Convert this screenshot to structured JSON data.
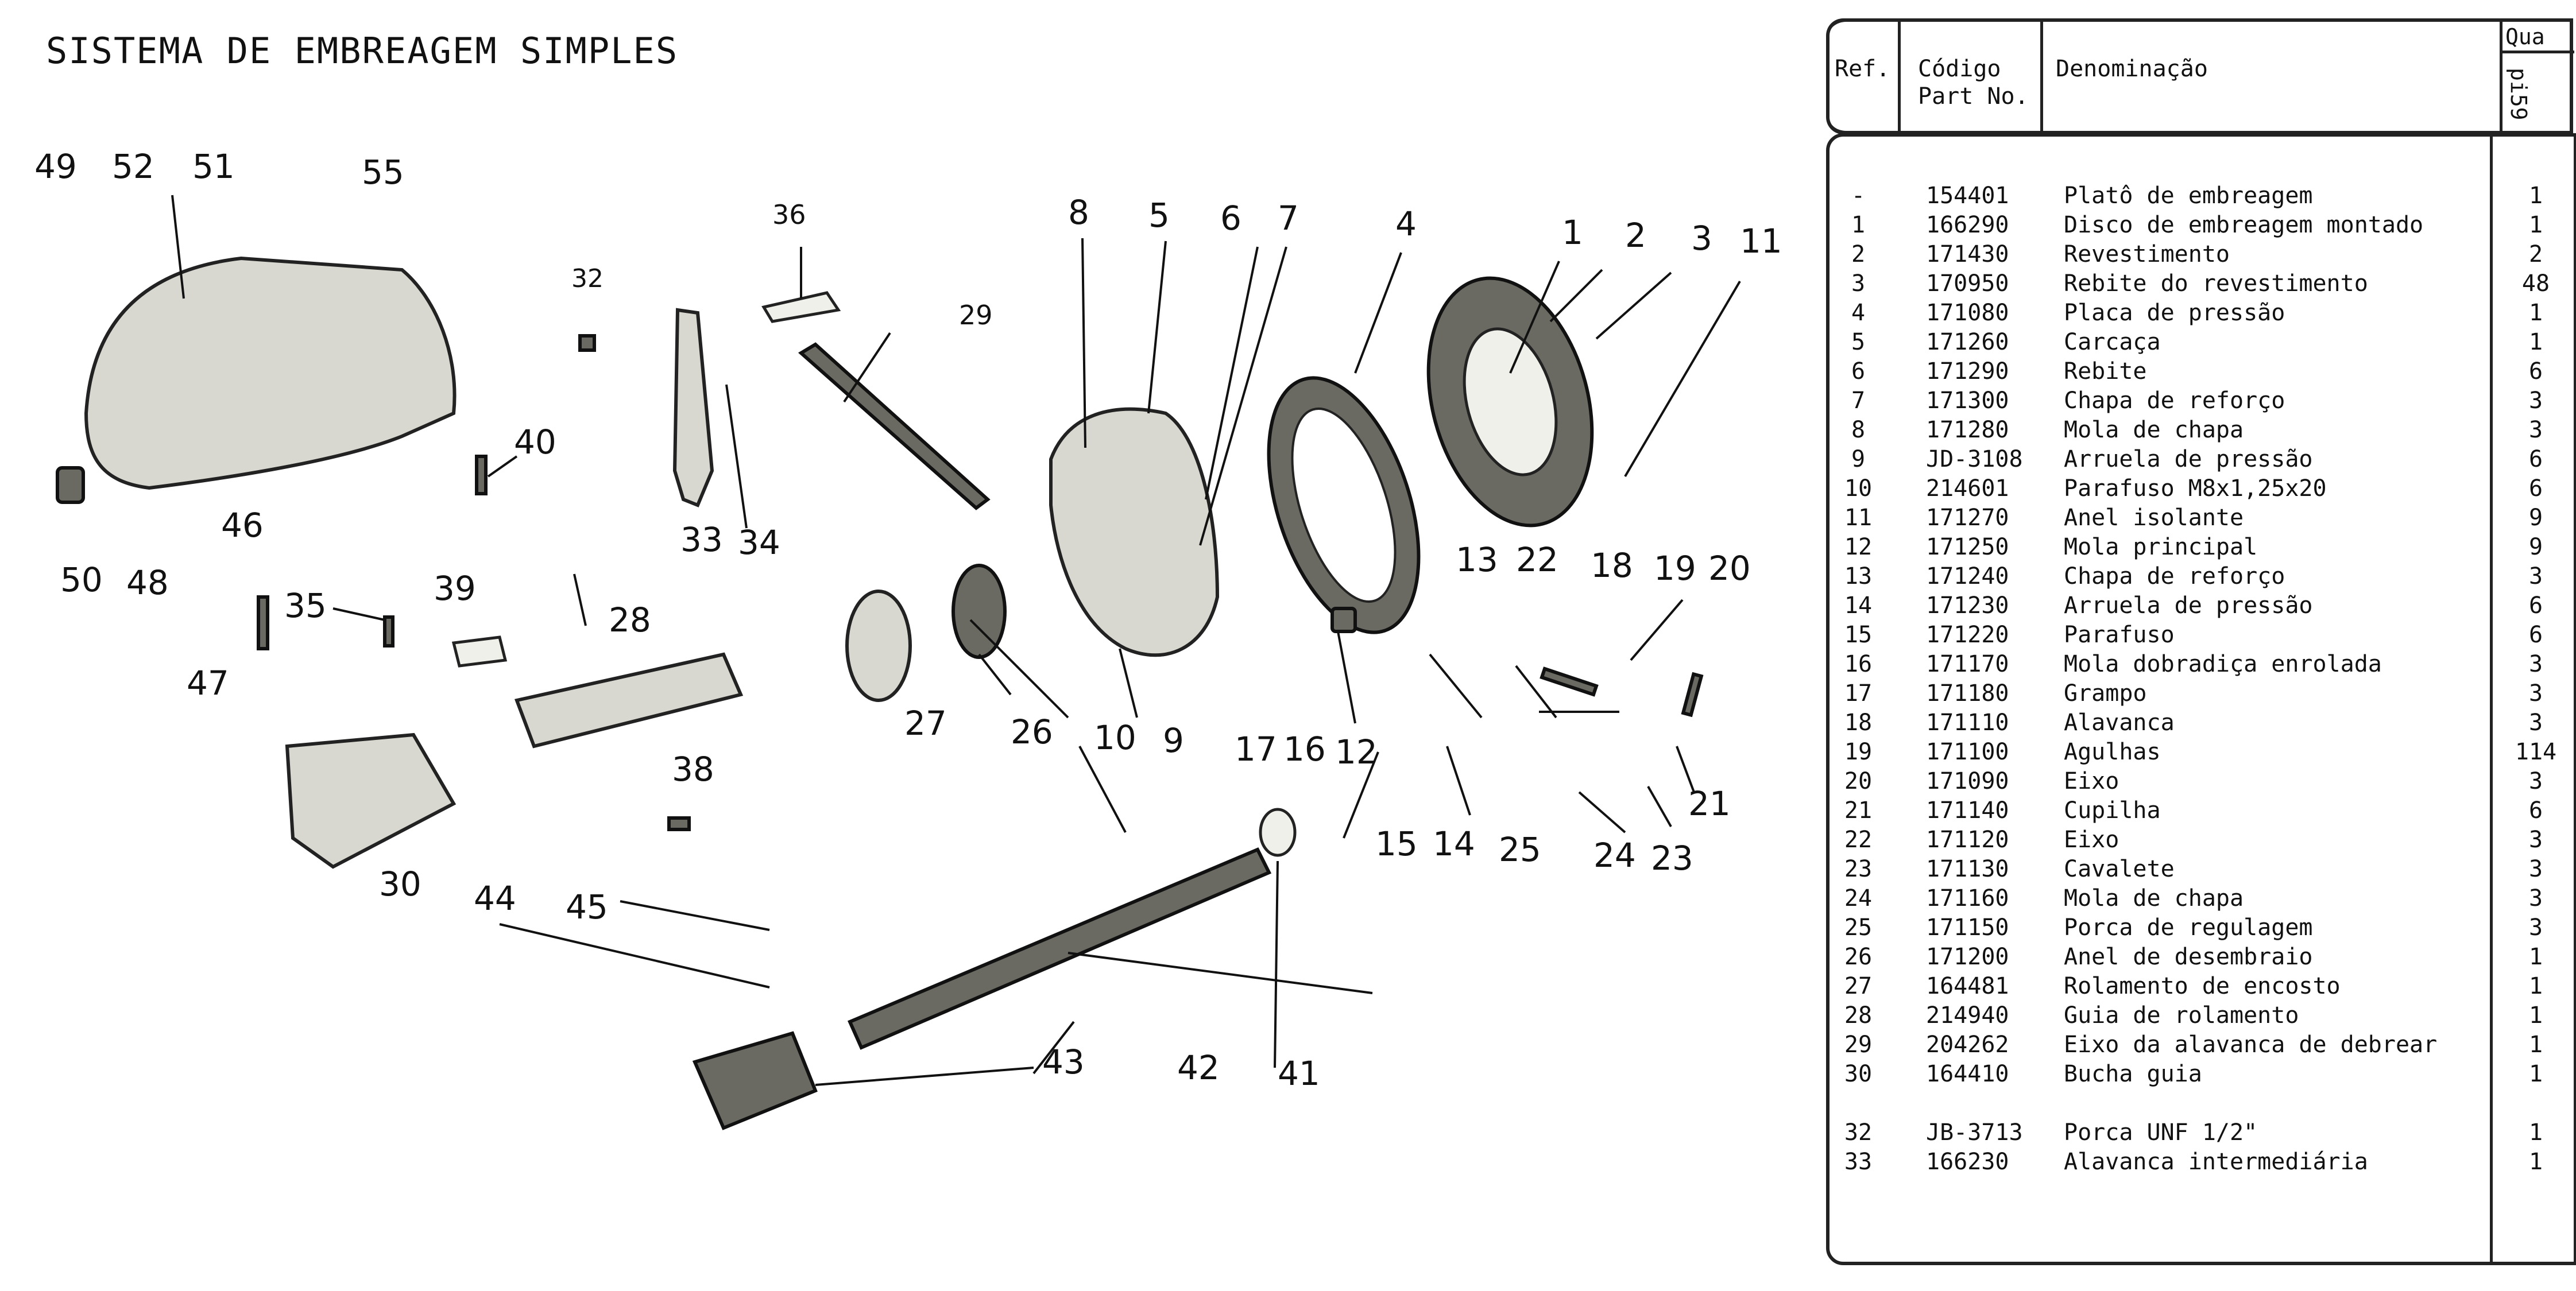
{
  "title": "SISTEMA DE EMBREAGEM SIMPLES",
  "table": {
    "headers": {
      "ref": "Ref.",
      "code_line1": "Código",
      "code_line2": "Part No.",
      "name": "Denominação",
      "qty_top": "Qua",
      "qty_rotated": "pi59"
    },
    "rows": [
      {
        "ref": "-",
        "code": "154401",
        "name": "Platô de embreagem",
        "qty": "1"
      },
      {
        "ref": "1",
        "code": "166290",
        "name": "Disco de embreagem montado",
        "qty": "1"
      },
      {
        "ref": "2",
        "code": "171430",
        "name": "Revestimento",
        "qty": "2"
      },
      {
        "ref": "3",
        "code": "170950",
        "name": "Rebite do revestimento",
        "qty": "48"
      },
      {
        "ref": "4",
        "code": "171080",
        "name": "Placa de pressão",
        "qty": "1"
      },
      {
        "ref": "5",
        "code": "171260",
        "name": "Carcaça",
        "qty": "1"
      },
      {
        "ref": "6",
        "code": "171290",
        "name": "Rebite",
        "qty": "6"
      },
      {
        "ref": "7",
        "code": "171300",
        "name": "Chapa de reforço",
        "qty": "3"
      },
      {
        "ref": "8",
        "code": "171280",
        "name": "Mola de chapa",
        "qty": "3"
      },
      {
        "ref": "9",
        "code": "JD-3108",
        "name": "Arruela de pressão",
        "qty": "6"
      },
      {
        "ref": "10",
        "code": "214601",
        "name": "Parafuso M8x1,25x20",
        "qty": "6"
      },
      {
        "ref": "11",
        "code": "171270",
        "name": "Anel isolante",
        "qty": "9"
      },
      {
        "ref": "12",
        "code": "171250",
        "name": "Mola principal",
        "qty": "9"
      },
      {
        "ref": "13",
        "code": "171240",
        "name": "Chapa de reforço",
        "qty": "3"
      },
      {
        "ref": "14",
        "code": "171230",
        "name": "Arruela de pressão",
        "qty": "6"
      },
      {
        "ref": "15",
        "code": "171220",
        "name": "Parafuso",
        "qty": "6"
      },
      {
        "ref": "16",
        "code": "171170",
        "name": "Mola dobradiça enrolada",
        "qty": "3"
      },
      {
        "ref": "17",
        "code": "171180",
        "name": "Grampo",
        "qty": "3"
      },
      {
        "ref": "18",
        "code": "171110",
        "name": "Alavanca",
        "qty": "3"
      },
      {
        "ref": "19",
        "code": "171100",
        "name": "Agulhas",
        "qty": "114"
      },
      {
        "ref": "20",
        "code": "171090",
        "name": "Eixo",
        "qty": "3"
      },
      {
        "ref": "21",
        "code": "171140",
        "name": "Cupilha",
        "qty": "6"
      },
      {
        "ref": "22",
        "code": "171120",
        "name": "Eixo",
        "qty": "3"
      },
      {
        "ref": "23",
        "code": "171130",
        "name": "Cavalete",
        "qty": "3"
      },
      {
        "ref": "24",
        "code": "171160",
        "name": "Mola de chapa",
        "qty": "3"
      },
      {
        "ref": "25",
        "code": "171150",
        "name": "Porca de regulagem",
        "qty": "3"
      },
      {
        "ref": "26",
        "code": "171200",
        "name": "Anel de desembraio",
        "qty": "1"
      },
      {
        "ref": "27",
        "code": "164481",
        "name": "Rolamento de encosto",
        "qty": "1"
      },
      {
        "ref": "28",
        "code": "214940",
        "name": "Guia de rolamento",
        "qty": "1"
      },
      {
        "ref": "29",
        "code": "204262",
        "name": "Eixo da alavanca de debrear",
        "qty": "1"
      },
      {
        "ref": "30",
        "code": "164410",
        "name": "Bucha guia",
        "qty": "1"
      },
      {
        "ref": "",
        "code": "",
        "name": "",
        "qty": ""
      },
      {
        "ref": "32",
        "code": "JB-3713",
        "name": "Porca UNF 1/2\"",
        "qty": "1"
      },
      {
        "ref": "33",
        "code": "166230",
        "name": "Alavanca intermediária",
        "qty": "1"
      }
    ]
  },
  "callouts": [
    "49",
    "52",
    "51",
    "55",
    "36",
    "32",
    "29",
    "8",
    "5",
    "6",
    "7",
    "4",
    "1",
    "2",
    "3",
    "11",
    "40",
    "33",
    "34",
    "46",
    "50",
    "48",
    "35",
    "39",
    "28",
    "13",
    "22",
    "18",
    "19",
    "20",
    "47",
    "27",
    "26",
    "10",
    "9",
    "17",
    "16",
    "12",
    "38",
    "30",
    "21",
    "15",
    "14",
    "25",
    "24",
    "23",
    "44",
    "45",
    "43",
    "42",
    "41"
  ]
}
